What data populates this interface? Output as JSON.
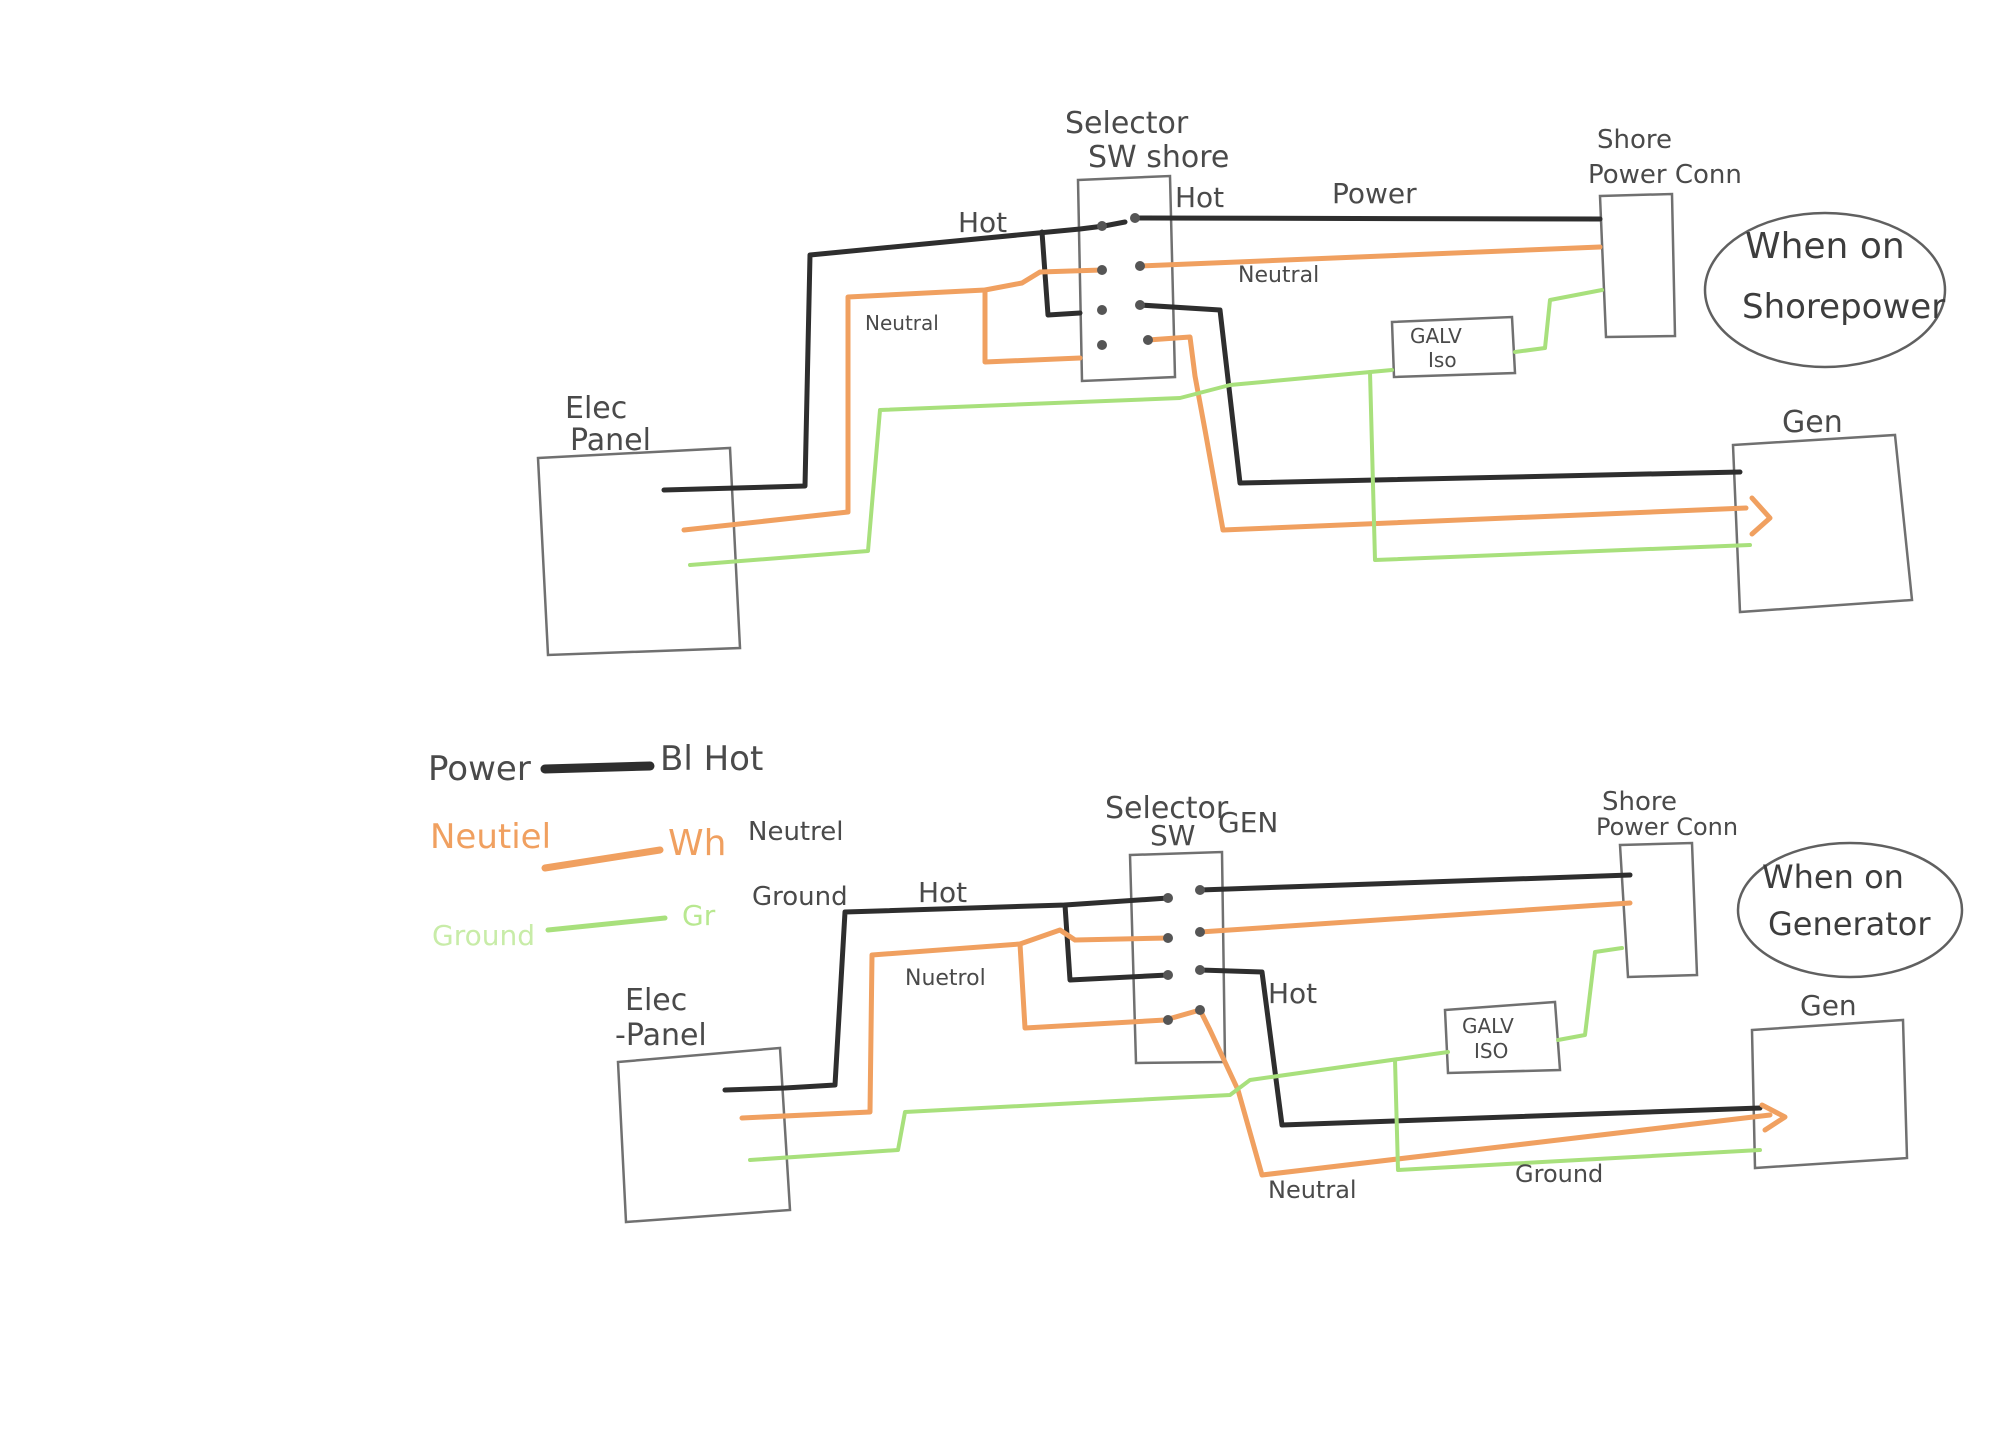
{
  "colors": {
    "hot": "#2e2e2e",
    "neutral": "#f0a060",
    "ground": "#a8e07c",
    "pencil": "#707070"
  },
  "top": {
    "selector_label_1": "Selector",
    "selector_label_2": "SW shore",
    "shore_label_1": "Shore",
    "shore_label_2": "Power Conn",
    "panel_label_1": "Elec",
    "panel_label_2": "Panel",
    "gen_label": "Gen",
    "galv_label_1": "GALV",
    "galv_label_2": "Iso",
    "hot_label_left": "Hot",
    "hot_label_right": "Hot",
    "power_label": "Power",
    "neutral_label_left": "Neutral",
    "neutral_label_right": "Neutral",
    "bubble_1": "When on",
    "bubble_2": "Shorepower"
  },
  "bottom": {
    "selector_label_1": "Selector",
    "selector_label_2": "SW",
    "selector_label_3": "GEN",
    "shore_label_1": "Shore",
    "shore_label_2": "Power Conn",
    "panel_label_1": "Elec",
    "panel_label_2": "-Panel",
    "gen_label": "Gen",
    "galv_label_1": "GALV",
    "galv_label_2": "ISO",
    "hot_label_left": "Hot",
    "hot_label_right": "Hot",
    "neutral_label_mid": "Nuetrol",
    "neutral_label_low": "Neutral",
    "ground_label": "Ground",
    "bubble_1": "When on",
    "bubble_2": "Generator"
  },
  "legend": {
    "power_left": "Power",
    "power_right": "Bl Hot",
    "neutral_left": "Neutiel",
    "neutral_mid": "Wh",
    "neutral_right": "Neutrel",
    "ground_left": "Ground",
    "ground_mid": "Gr",
    "ground_right": "Ground"
  }
}
